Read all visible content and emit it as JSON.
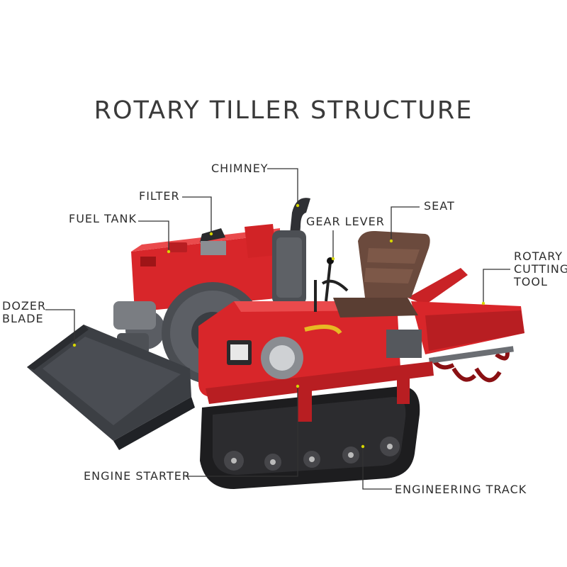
{
  "title": "ROTARY TILLER STRUCTURE",
  "labels": {
    "chimney": "CHIMNEY",
    "filter": "FILTER",
    "fuel_tank": "FUEL TANK",
    "gear_lever": "GEAR LEVER",
    "seat": "SEAT",
    "rotary_cutting_tool": [
      "ROTARY",
      "CUTTING",
      "TOOL"
    ],
    "dozer_blade": [
      "DOZER",
      "BLADE"
    ],
    "engine_starter": "ENGINE STARTER",
    "engineering_track": "ENGINEERING TRACK"
  },
  "colors": {
    "body_red": "#d8262a",
    "dark_red": "#9e1517",
    "blade_gray": "#3c3f44",
    "track_black": "#1d1d1f",
    "engine_gray": "#5a5d63",
    "seat_brown": "#6b4a3d",
    "text": "#2e2e2e",
    "leader": "#333333"
  }
}
